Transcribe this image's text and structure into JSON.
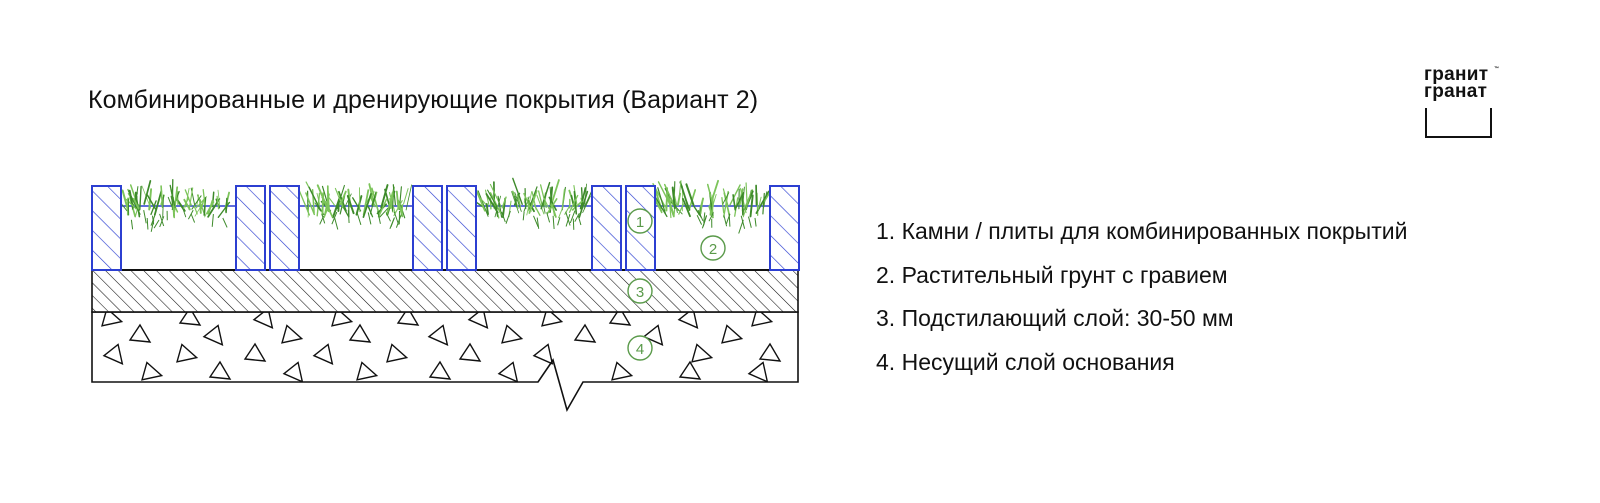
{
  "title": "Комбинированные и дренирующие покрытия (Вариант 2)",
  "logo": {
    "line1": "гранит",
    "line2": "гранат",
    "mark": "™"
  },
  "colors": {
    "paver_stroke": "#2c3fd1",
    "paver_hatch": "#2c3fd1",
    "callout": "#5a9a4a",
    "grass_dark": "#3d8a2a",
    "grass_light": "#7cc45a",
    "ink": "#111111"
  },
  "layers": [
    {
      "number": "1",
      "label": "Камни / плиты для комбинированных покрытий"
    },
    {
      "number": "2",
      "label": "Растительный грунт с гравием"
    },
    {
      "number": "3",
      "label": "Подстилающий слой: 30-50 мм"
    },
    {
      "number": "4",
      "label": "Несущий слой основания"
    }
  ],
  "icons": {
    "paver": "hatched-paver-block",
    "grass": "grass-tuft",
    "aggregate": "triangle-aggregate"
  }
}
